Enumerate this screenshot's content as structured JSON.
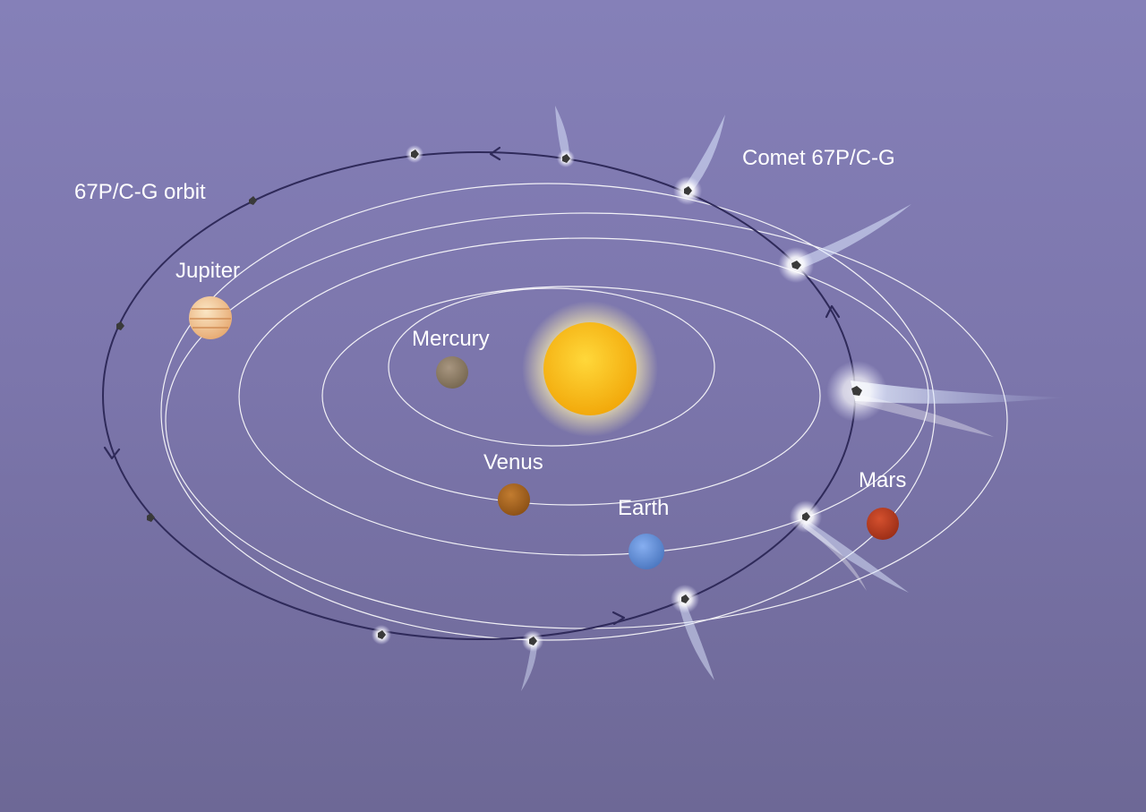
{
  "labels": {
    "comet_orbit": "67P/C-G orbit",
    "comet": "Comet 67P/C-G",
    "jupiter": "Jupiter",
    "mercury": "Mercury",
    "venus": "Venus",
    "earth": "Earth",
    "mars": "Mars"
  },
  "colors": {
    "background_top": "#8580b8",
    "background_bottom": "#6d6896",
    "orbit_line": "#ffffff",
    "comet_orbit_line": "#2f2a5a",
    "sun": "#f6b80e",
    "mercury": "#8d7d68",
    "venus": "#a8651e",
    "earth": "#5f8fd6",
    "mars": "#b43a1f",
    "jupiter": "#f0c48c"
  },
  "icons": [
    "sun-icon",
    "planet-icon",
    "comet-nucleus-icon",
    "comet-tail-icon",
    "direction-arrow-icon"
  ]
}
